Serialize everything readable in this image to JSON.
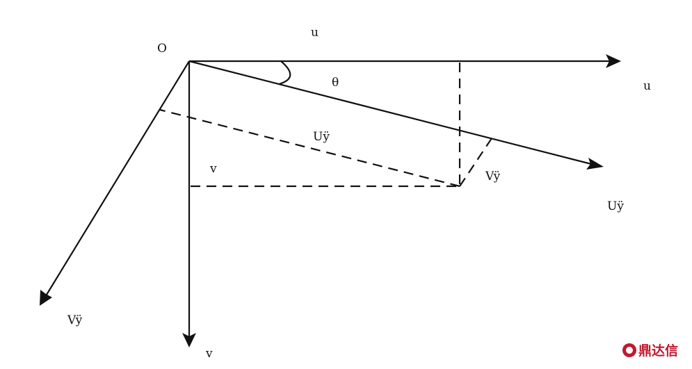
{
  "labels": {
    "origin": "O",
    "u_top": "u",
    "u_axis": "u",
    "theta": "θ",
    "uy_mid": "Uÿ",
    "uy_axis": "Uÿ",
    "v_mid": "v",
    "v_axis": "v",
    "vy_mid": "Vÿ",
    "vy_axis": "Vÿ"
  },
  "watermark": {
    "text": "鼎达信",
    "color": "#c0192f"
  }
}
